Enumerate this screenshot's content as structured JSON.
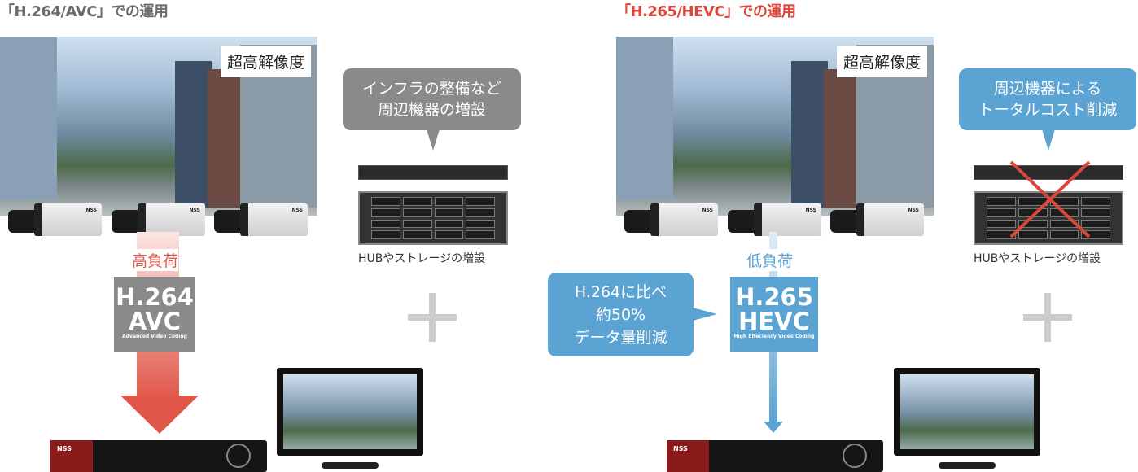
{
  "left": {
    "title": "「H.264/AVC」での運用",
    "photo_label": "超高解像度",
    "bubble": [
      "インフラの整備など",
      "周辺機器の増設"
    ],
    "equipment_caption": "HUBやストレージの増設",
    "load_label": "高負荷",
    "codec": {
      "line1": "H.264",
      "line2": "AVC",
      "sub": "Advanced Video Coding"
    },
    "camera_logo": "NSS",
    "nvr_logo": "NSS"
  },
  "right": {
    "title": "「H.265/HEVC」での運用",
    "photo_label": "超高解像度",
    "bubble": [
      "周辺機器による",
      "トータルコスト削減"
    ],
    "equipment_caption": "HUBやストレージの増設",
    "load_label": "低負荷",
    "codec": {
      "line1": "H.265",
      "line2": "HEVC",
      "sub": "High Effeciency Video Coding"
    },
    "reduction_bubble": [
      "H.264に比べ",
      "約50%",
      "データ量削減"
    ],
    "camera_logo": "NSS",
    "nvr_logo": "NSS"
  },
  "colors": {
    "gray": "#8a8a8a",
    "blue": "#5ba3d2",
    "red": "#d9463a",
    "title_gray": "#6b6b6b"
  }
}
